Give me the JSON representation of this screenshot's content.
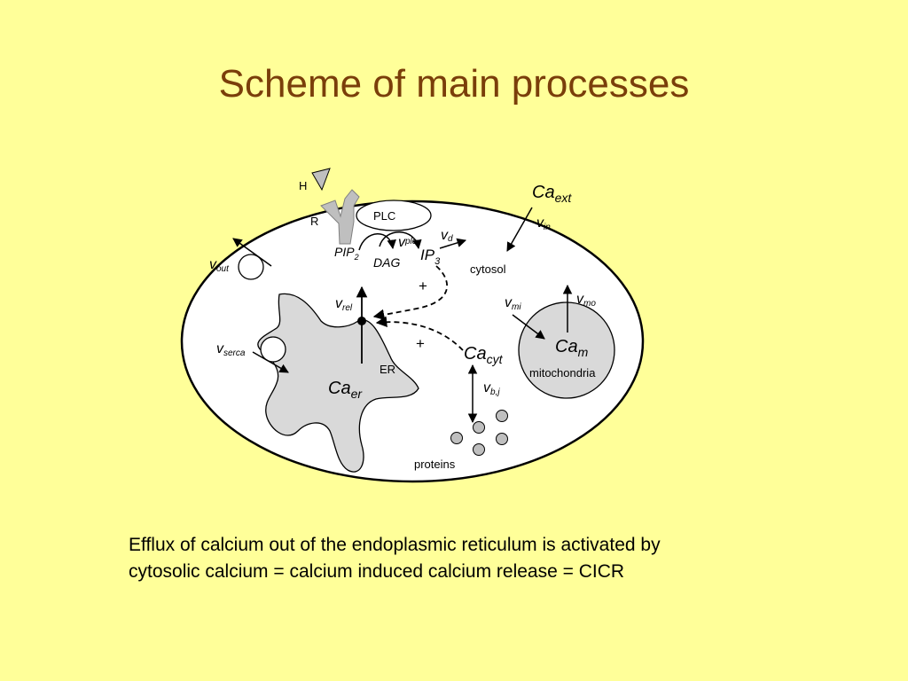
{
  "slide": {
    "title": "Scheme of main processes",
    "caption_line1": "Efflux of calcium out of the endoplasmic reticulum is activated by",
    "caption_line2": "cytosolic calcium = calcium induced calcium release = CICR"
  },
  "diagram": {
    "hormone": "H",
    "receptor": "R",
    "plc": "PLC",
    "pip": "PIP",
    "pip_sub": "2",
    "dag": "DAG",
    "v": "v",
    "v_plc_sub": "plc",
    "v_d_sub": "d",
    "ip": "IP",
    "ip_sub": "3",
    "ca": "Ca",
    "ca_ext_sub": "ext",
    "v_in_sub": "in",
    "cytosol": "cytosol",
    "v_out_sub": "out",
    "plus1": "+",
    "plus2": "+",
    "v_rel_sub": "rel",
    "v_mi_sub": "mi",
    "v_mo_sub": "mo",
    "ca_m_sub": "m",
    "mitochondria": "mitochondria",
    "v_serca_sub": "serca",
    "er": "ER",
    "ca_er_sub": "er",
    "ca_cyt_sub": "cyt",
    "v_bj_sub": "b,j",
    "proteins": "proteins"
  },
  "colors": {
    "background": "#FFFF99",
    "title": "#7A3E0A",
    "cell_fill": "#FFFFFF",
    "organelle_fill": "#D9D9D9",
    "stroke": "#000000"
  }
}
